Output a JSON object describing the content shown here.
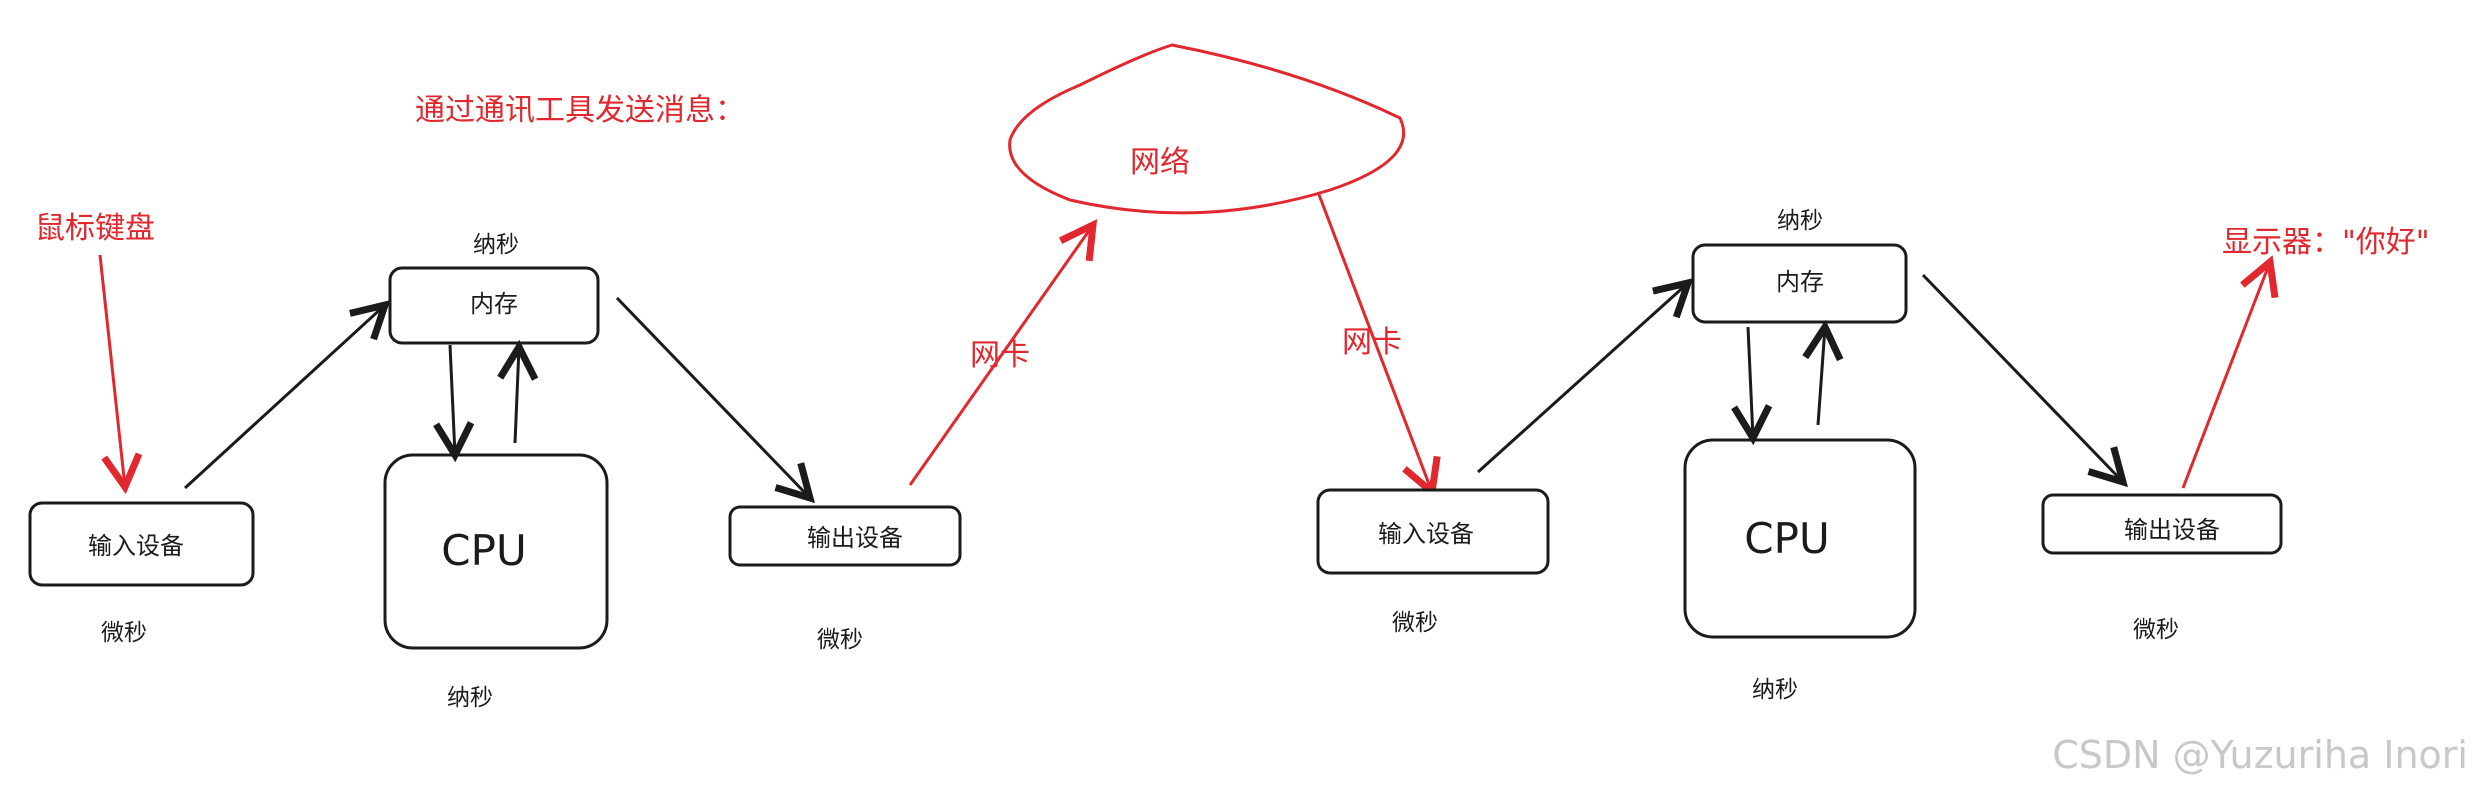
{
  "heading": "通过通讯工具发送消息：",
  "network": {
    "label": "网络"
  },
  "nic_left": "网卡",
  "nic_right": "网卡",
  "left_computer": {
    "input_hint": "鼠标键盘",
    "memory_label": "内存",
    "memory_speed": "纳秒",
    "cpu_label": "CPU",
    "cpu_speed": "纳秒",
    "input_device": "输入设备",
    "input_speed": "微秒",
    "output_device": "输出设备",
    "output_speed": "微秒"
  },
  "right_computer": {
    "output_hint": "显示器：\"你好\"",
    "memory_label": "内存",
    "memory_speed": "纳秒",
    "cpu_label": "CPU",
    "cpu_speed": "纳秒",
    "input_device": "输入设备",
    "input_speed": "微秒",
    "output_device": "输出设备",
    "output_speed": "微秒"
  },
  "watermark": "CSDN @Yuzuriha  Inori",
  "colors": {
    "annotation": "#e0282e",
    "ink": "#1b1b1b",
    "watermark": "#c8c8c8"
  }
}
